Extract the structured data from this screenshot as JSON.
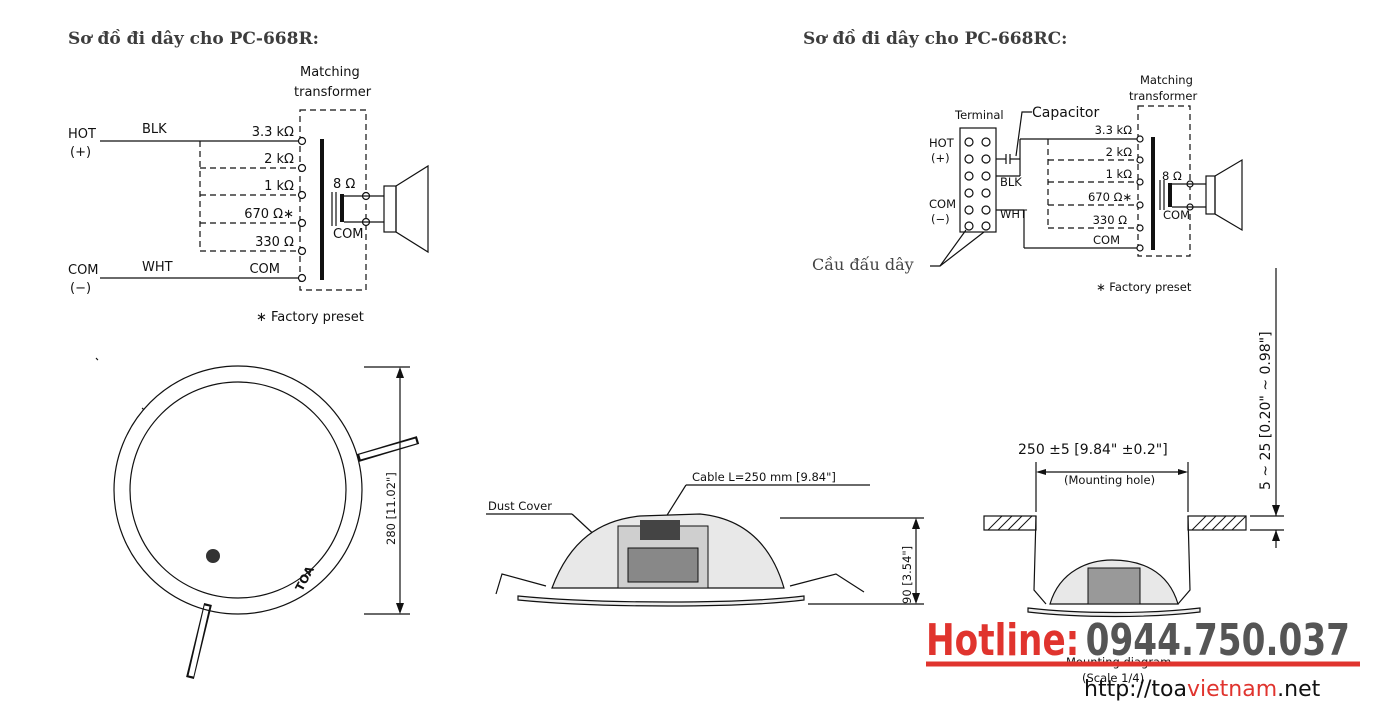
{
  "headings": {
    "left": "Sơ đồ đi dây cho PC-668R:",
    "right": "Sơ đồ đi dây cho PC-668RC:"
  },
  "wiring_left": {
    "transformer_label_1": "Matching",
    "transformer_label_2": "transformer",
    "hot_label": "HOT",
    "hot_sign": "(+)",
    "com_label": "COM",
    "com_sign": "(−)",
    "blk": "BLK",
    "wht": "WHT",
    "taps": [
      "3.3 kΩ",
      "2 kΩ",
      "1 kΩ",
      "670 Ω∗",
      "330 Ω",
      "COM"
    ],
    "sec_top": "8 Ω",
    "sec_bottom": "COM",
    "note": "∗ Factory preset"
  },
  "wiring_right": {
    "transformer_label_1": "Matching",
    "transformer_label_2": "transformer",
    "terminal": "Terminal",
    "capacitor": "Capacitor",
    "hot_label": "HOT",
    "hot_sign": "(+)",
    "com_label": "COM",
    "com_sign": "(−)",
    "blk": "BLK",
    "wht": "WHT",
    "taps": [
      "3.3 kΩ",
      "2 kΩ",
      "1 kΩ",
      "670 Ω∗",
      "330 Ω",
      "COM"
    ],
    "sec_top": "8 Ω",
    "sec_bottom": "COM",
    "bridge": "Cầu đấu dây",
    "note": "∗ Factory preset"
  },
  "front_view": {
    "brand": "TOA",
    "dim": "280 [11.02\"]"
  },
  "side_view": {
    "cable": "Cable L=250 mm [9.84\"]",
    "dust_cover": "Dust Cover",
    "dim": "90 [3.54\"]"
  },
  "mounting": {
    "hole_dim": "250 ±5 [9.84\" ±0.2\"]",
    "hole_label": "(Mounting hole)",
    "ceiling_dim": "5 ~ 25 [0.20\" ~ 0.98\"]",
    "caption": "Mounting diagram",
    "scale": "(Scale 1/4)"
  },
  "watermark": {
    "hotline_label": "Hotline:",
    "hotline_number": "0944.750.037",
    "url_prefix": "http://",
    "url_brand": "toa",
    "url_accent": "vietnam",
    "url_suffix": ".net",
    "colors": {
      "red": "#e0342e",
      "gray": "#555555",
      "black": "#111111"
    }
  }
}
